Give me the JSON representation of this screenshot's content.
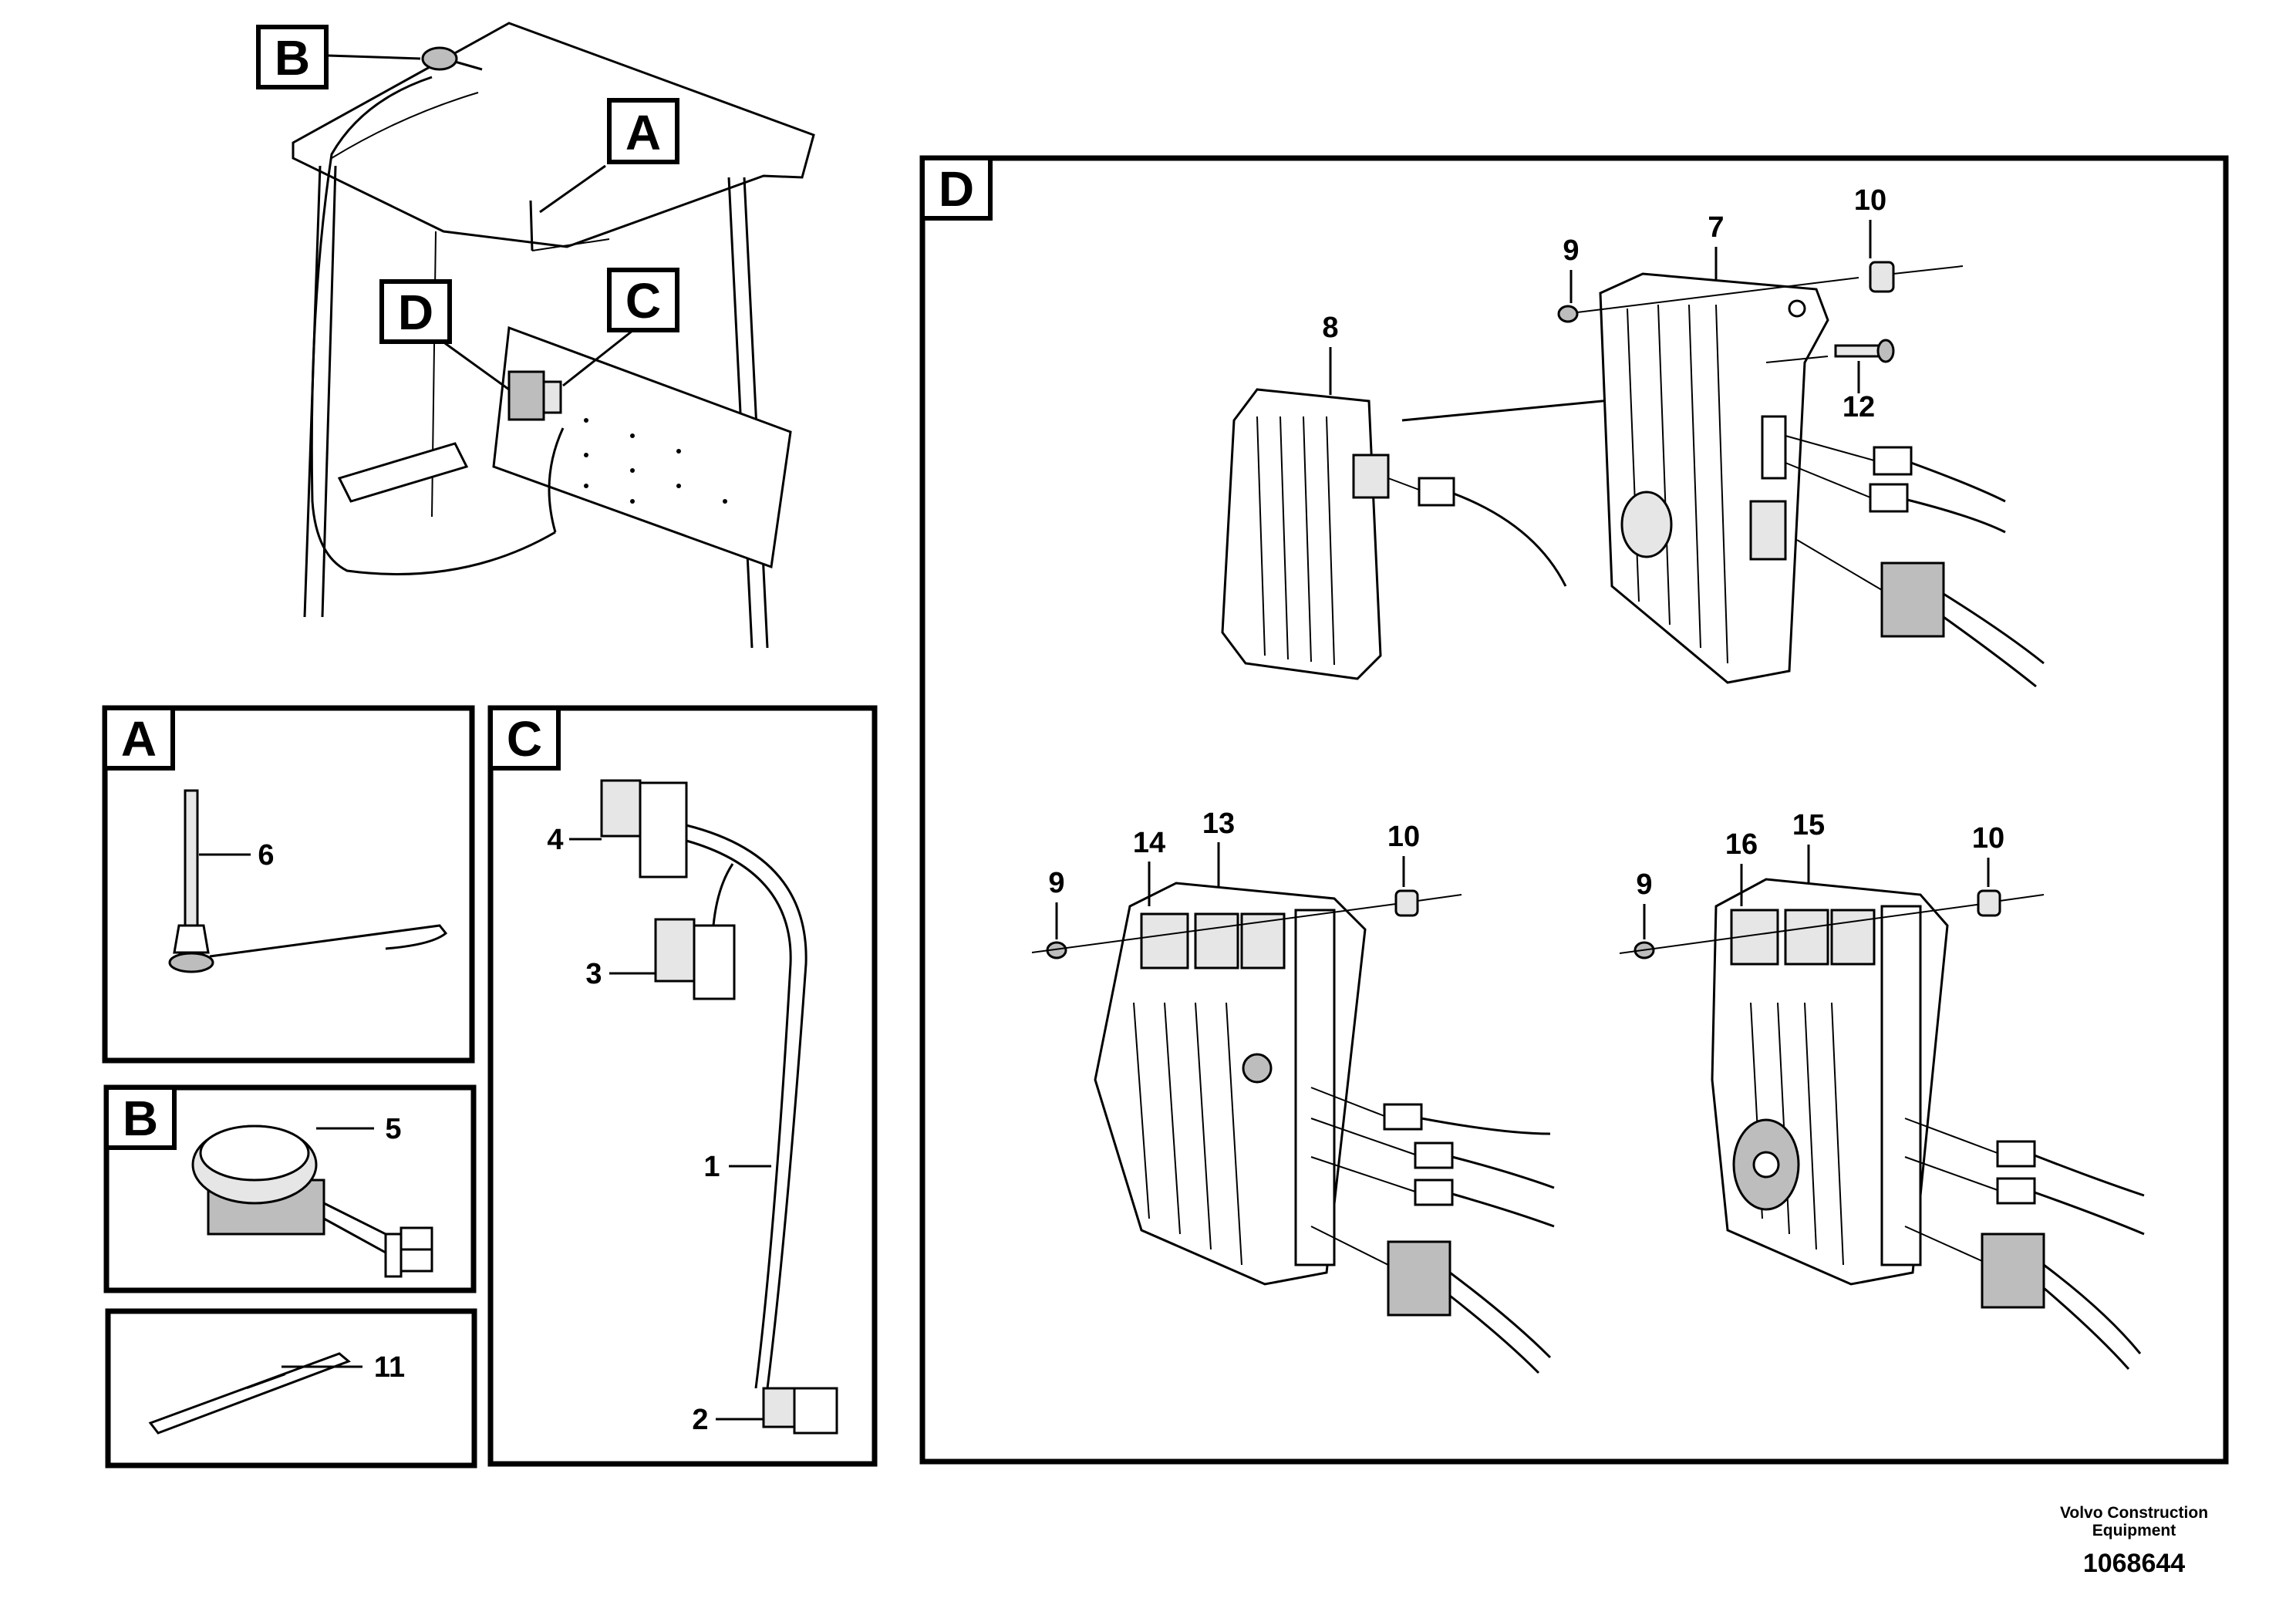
{
  "overview_tags": {
    "a": "A",
    "b": "B",
    "c": "C",
    "d": "D"
  },
  "panels": {
    "a": {
      "tag": "A"
    },
    "b": {
      "tag": "B"
    },
    "c": {
      "tag": "C"
    },
    "d": {
      "tag": "D"
    },
    "e": {
      "tag": ""
    }
  },
  "callouts": {
    "p1": "1",
    "p2": "2",
    "p3": "3",
    "p4": "4",
    "p5": "5",
    "p6": "6",
    "p7": "7",
    "p8": "8",
    "p9a": "9",
    "p9b": "9",
    "p9c": "9",
    "p10a": "10",
    "p10b": "10",
    "p10c": "10",
    "p11": "11",
    "p12": "12",
    "p13": "13",
    "p14": "14",
    "p15": "15",
    "p16": "16"
  },
  "footer": {
    "brand_line1": "Volvo Construction",
    "brand_line2": "Equipment",
    "drawing_number": "1068644"
  }
}
